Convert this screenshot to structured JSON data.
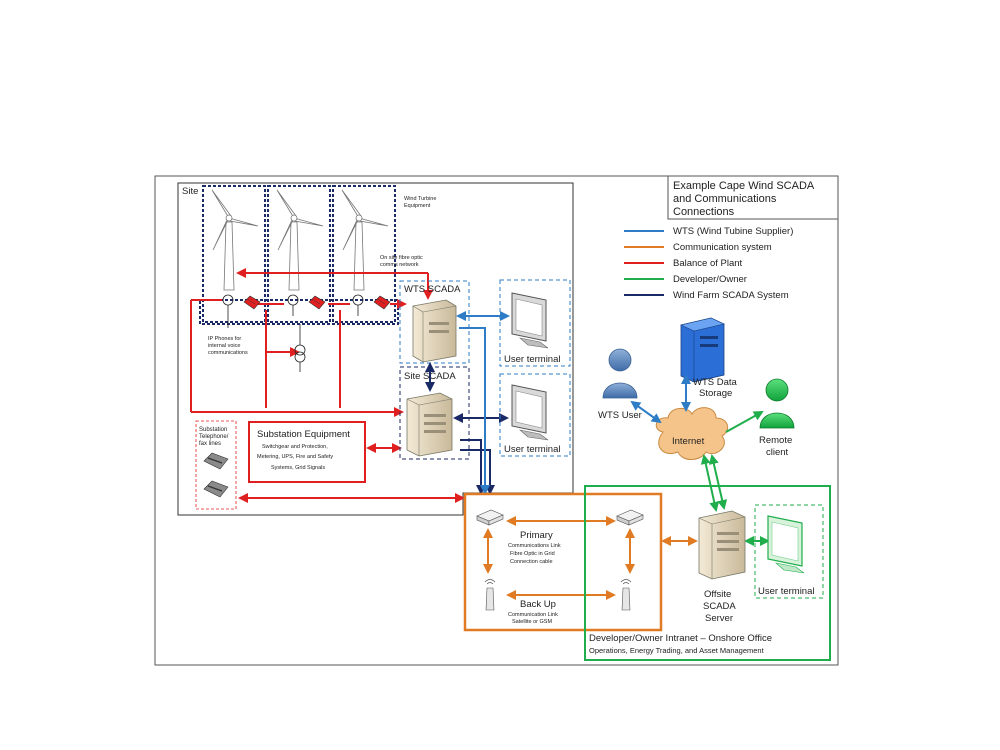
{
  "title_box": {
    "line1": "Example Cape Wind SCADA",
    "line2": "and Communications",
    "line3": "Connections"
  },
  "legend": [
    {
      "label": "WTS (Wind Tubine Supplier)",
      "color": "#2e7cc6"
    },
    {
      "label": "Communication system",
      "color": "#e07b23"
    },
    {
      "label": "Balance of Plant",
      "color": "#e02020"
    },
    {
      "label": "Developer/Owner",
      "color": "#1fae4b"
    },
    {
      "label": "Wind Farm SCADA System",
      "color": "#1a2a66"
    }
  ],
  "site": {
    "label": "Site",
    "turbine_equipment": [
      "Wind Turbine",
      "Equipment"
    ],
    "fibre_network": [
      "On site fibre optic",
      "comms network"
    ],
    "ip_phones": [
      "IP Phones for",
      "internal voice",
      "communications"
    ],
    "wts_scada": "WTS SCADA",
    "site_scada": "Site SCADA",
    "user_terminal_1": "User terminal",
    "user_terminal_2": "User terminal",
    "substation_phone": [
      "Substation",
      "Telephone/",
      "fax lines"
    ],
    "substation_equipment": {
      "title": "Substation Equipment",
      "lines": [
        "Switchgear and Protection,",
        "Metering, UPS, Fire and Safety",
        "Systems, Grid Signals"
      ]
    }
  },
  "comms": {
    "primary": "Primary",
    "primary_sub": [
      "Communications Link",
      "Fibre Optic in Grid",
      "Connection cable"
    ],
    "backup": "Back Up",
    "backup_sub": [
      "Communication Link",
      "Satellite or GSM"
    ]
  },
  "cloud": {
    "wts_user": "WTS User",
    "wts_data": [
      "WTS Data",
      "Storage"
    ],
    "internet": "Internet",
    "remote": [
      "Remote",
      "client"
    ]
  },
  "office": {
    "server": [
      "Offsite",
      "SCADA",
      "Server"
    ],
    "user_terminal": "User terminal",
    "intranet": "Developer/Owner Intranet – Onshore Office",
    "intranet_sub": "Operations, Energy Trading, and Asset Management"
  }
}
